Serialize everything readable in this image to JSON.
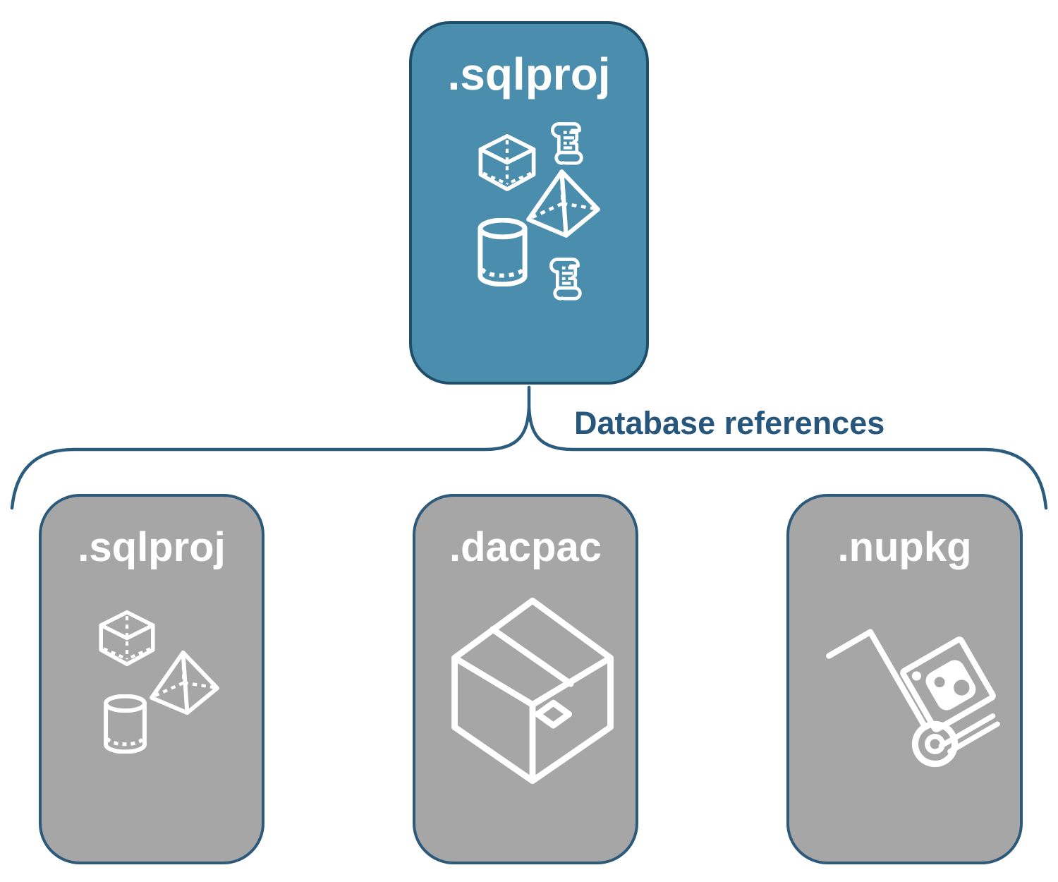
{
  "diagram": {
    "root": {
      "label": ".sqlproj",
      "icons": [
        "scroll-icon",
        "cube-icon",
        "pyramid-icon",
        "cylinder-icon",
        "scroll-icon"
      ]
    },
    "connector": {
      "label": "Database references"
    },
    "children": [
      {
        "label": ".sqlproj",
        "icons": [
          "cube-icon",
          "pyramid-icon",
          "cylinder-icon"
        ]
      },
      {
        "label": ".dacpac",
        "icons": [
          "package-box-icon"
        ]
      },
      {
        "label": ".nupkg",
        "icons": [
          "hand-truck-package-icon"
        ]
      }
    ],
    "colors": {
      "root_fill": "#4A8DAC",
      "root_border": "#1F4E6B",
      "child_fill": "#A6A6A6",
      "child_border": "#2D5A7B",
      "connector_line": "#2B5B7D",
      "reference_text": "#27567D",
      "label_text": "#FFFFFF"
    }
  }
}
